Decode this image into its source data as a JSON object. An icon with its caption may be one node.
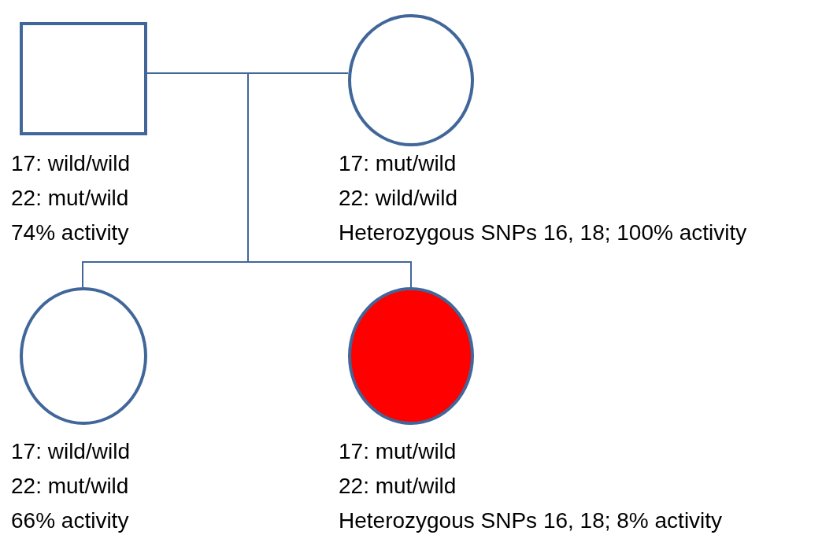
{
  "diagram": {
    "nodes": [
      {
        "text": [],
        "shape": "box",
        "beside": [
          "17: wild/wild",
          "22: mut/wild",
          "74% activity"
        ]
      },
      {
        "text": [],
        "shape": "circle",
        "beside": [
          "17: mut/wild",
          "22: wild/wild",
          "Heterozygous SNPs 16, 18; 100% activity"
        ]
      },
      {
        "text": [],
        "shape": "circle",
        "beside": [
          "17: wild/wild",
          "22: mut/wild",
          "66% activity"
        ]
      },
      {
        "text": [],
        "shape": "circle",
        "beside": [
          "17: mut/wild",
          "22: mut/wild",
          "Heterozygous SNPs 16, 18; 8% activity"
        ]
      }
    ],
    "edges": [
      {
        "from": 0,
        "to": 1,
        "arrow": "none"
      },
      {
        "from": null,
        "to": 2,
        "arrow": "none"
      },
      {
        "from": null,
        "to": 3,
        "arrow": "none"
      }
    ]
  }
}
